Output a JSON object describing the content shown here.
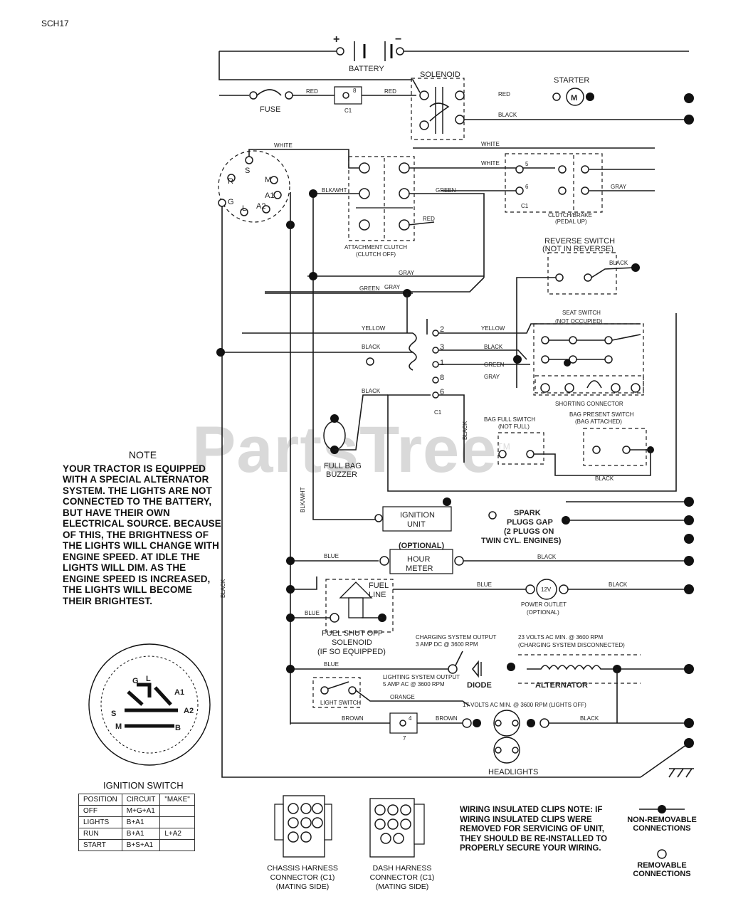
{
  "page_code": "SCH17",
  "watermark": "PartsTree",
  "trademark": "TM",
  "components": {
    "battery": "BATTERY",
    "battery_plus": "+",
    "battery_minus": "−",
    "solenoid": "SOLENOID",
    "starter": "STARTER",
    "starter_symbol": "M",
    "fuse": "FUSE",
    "c1": "C1",
    "attachment_clutch": "ATTACHMENT CLUTCH",
    "attachment_clutch_sub": "(CLUTCH OFF)",
    "clutch_brake": "CLUTCH/BRAKE",
    "clutch_brake_sub": "(PEDAL UP)",
    "reverse_switch": "REVERSE SWITCH",
    "reverse_switch_sub": "(NOT IN REVERSE)",
    "seat_switch": "SEAT SWITCH",
    "seat_switch_sub": "(NOT OCCUPIED)",
    "shorting_connector": "SHORTING CONNECTOR",
    "bag_full_switch": "BAG FULL SWITCH",
    "bag_full_switch_sub": "(NOT FULL)",
    "bag_present_switch": "BAG PRESENT SWITCH",
    "bag_present_switch_sub": "(BAG ATTACHED)",
    "full_bag_buzzer_1": "FULL BAG",
    "full_bag_buzzer_2": "BUZZER",
    "ignition_unit_1": "IGNITION",
    "ignition_unit_2": "UNIT",
    "spark_1": "SPARK",
    "spark_2": "PLUGS GAP",
    "spark_3": "(2 PLUGS ON",
    "spark_4": "TWIN CYL. ENGINES)",
    "hour_meter_opt": "(OPTIONAL)",
    "hour_meter_1": "HOUR",
    "hour_meter_2": "METER",
    "fuel_line_1": "FUEL",
    "fuel_line_2": "LINE",
    "power_outlet_1": "POWER OUTLET",
    "power_outlet_2": "(OPTIONAL)",
    "power_outlet_v": "12V",
    "fuel_solenoid_1": "FUEL SHUT OFF",
    "fuel_solenoid_2": "SOLENOID",
    "fuel_solenoid_3": "(IF SO EQUIPPED)",
    "charging_1": "CHARGING SYSTEM OUTPUT",
    "charging_2": "3 AMP DC @ 3600 RPM",
    "volts_1": "23 VOLTS AC MIN. @ 3600 RPM",
    "volts_2": "(CHARGING SYSTEM DISCONNECTED)",
    "diode": "DIODE",
    "alternator": "ALTERNATOR",
    "lighting_1": "LIGHTING SYSTEM OUTPUT",
    "lighting_2": "5 AMP AC @ 3600 RPM",
    "light_switch": "LIGHT SWITCH",
    "volts_min": "17 VOLTS AC MIN. @ 3600 RPM (LIGHTS OFF)",
    "headlights": "HEADLIGHTS",
    "ign_pins": {
      "S": "S",
      "B": "B",
      "M": "M",
      "A1": "A1",
      "A2": "A2",
      "G": "G",
      "L": "L",
      "R": "R"
    }
  },
  "wire_colors": {
    "red": "RED",
    "black": "BLACK",
    "white": "WHITE",
    "gray": "GRAY",
    "green": "GREEN",
    "orange": "ORANGE",
    "blue": "BLUE",
    "yellow": "YELLOW",
    "brown": "BROWN",
    "blkwht": "BLK/WHT"
  },
  "pins": {
    "p2": "2",
    "p3": "3",
    "p1": "1",
    "p5": "5",
    "p6": "6",
    "p8": "8",
    "p4": "4",
    "p7": "7"
  },
  "note": {
    "heading": "NOTE",
    "body": "YOUR TRACTOR IS EQUIPPED WITH A SPECIAL ALTERNATOR SYSTEM. THE LIGHTS ARE NOT CONNECTED TO THE BATTERY, BUT HAVE THEIR OWN ELECTRICAL SOURCE. BECAUSE OF THIS, THE BRIGHTNESS OF THE LIGHTS WILL CHANGE WITH ENGINE SPEED. AT IDLE THE LIGHTS WILL DIM. AS THE ENGINE SPEED IS INCREASED, THE LIGHTS WILL BECOME THEIR BRIGHTEST."
  },
  "ignition_switch": {
    "title": "IGNITION SWITCH",
    "headers": [
      "POSITION",
      "CIRCUIT",
      "\"MAKE\""
    ],
    "rows": [
      [
        "OFF",
        "M+G+A1",
        ""
      ],
      [
        "LIGHTS",
        "B+A1",
        ""
      ],
      [
        "RUN",
        "B+A1",
        "L+A2"
      ],
      [
        "START",
        "B+S+A1",
        ""
      ]
    ]
  },
  "chassis_harness": {
    "line1": "CHASSIS HARNESS",
    "line2": "CONNECTOR (C1)",
    "line3": "(MATING SIDE)"
  },
  "dash_harness": {
    "line1": "DASH HARNESS",
    "line2": "CONNECTOR (C1)",
    "line3": "(MATING SIDE)"
  },
  "wiring_clips": "WIRING INSULATED CLIPS NOTE: IF WIRING INSULATED CLIPS WERE REMOVED FOR SERVICING OF UNIT, THEY SHOULD BE RE-INSTALLED TO PROPERLY SECURE YOUR WIRING.",
  "legend": {
    "non_removable_1": "NON-REMOVABLE",
    "non_removable_2": "CONNECTIONS",
    "removable_1": "REMOVABLE",
    "removable_2": "CONNECTIONS"
  }
}
